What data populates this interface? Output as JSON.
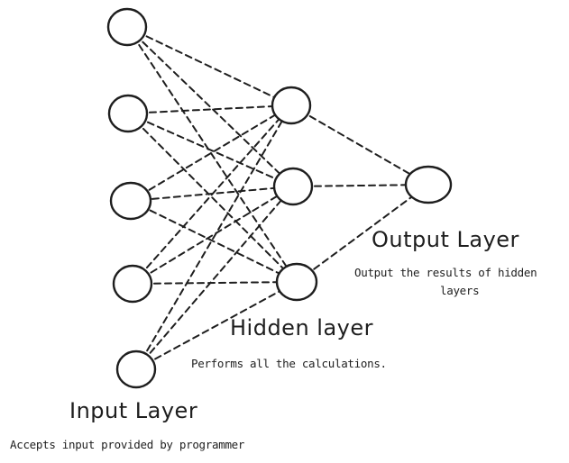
{
  "diagram": {
    "input_layer": {
      "title": "Input Layer",
      "description": "Accepts input provided by programmer",
      "node_count": 5
    },
    "hidden_layer": {
      "title": "Hidden layer",
      "description": "Performs all the calculations.",
      "node_count": 3
    },
    "output_layer": {
      "title": "Output Layer",
      "description_line1": "Output the results of hidden",
      "description_line2": "layers",
      "node_count": 1
    },
    "colors": {
      "stroke": "#1e1e1e",
      "background": "#ffffff"
    }
  }
}
